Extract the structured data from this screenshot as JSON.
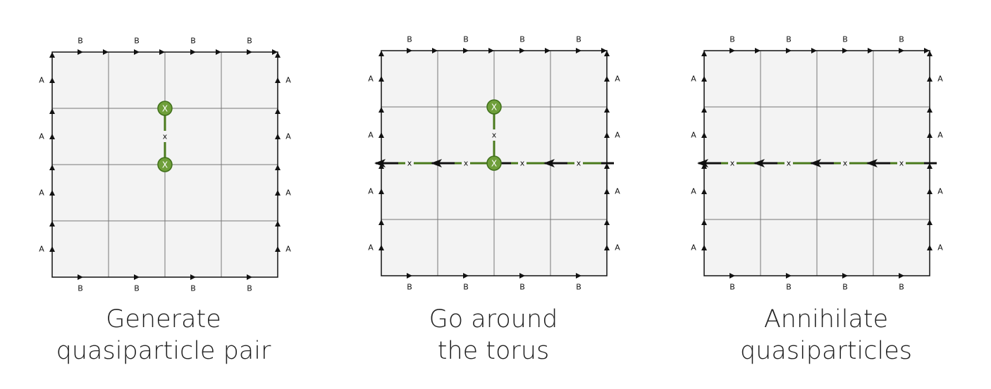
{
  "edge_labels": {
    "horizontal": "B",
    "vertical": "A"
  },
  "marker_label": "x",
  "panels": [
    {
      "id": "generate",
      "caption": [
        "Generate",
        "quasiparticle pair"
      ],
      "quasiparticles": [
        {
          "col": 2,
          "row": 1,
          "label": "X"
        },
        {
          "col": 2,
          "row": 2,
          "label": "X"
        }
      ],
      "string": {
        "type": "vertical",
        "col": 2,
        "from_row": 1,
        "to_row": 2
      }
    },
    {
      "id": "go-around",
      "caption": [
        "Go around",
        "the torus"
      ],
      "quasiparticles": [
        {
          "col": 2,
          "row": 1,
          "label": "X"
        },
        {
          "col": 2,
          "row": 2,
          "label": "X"
        }
      ],
      "string": {
        "type": "vertical+horizontal",
        "col": 2,
        "from_row": 1,
        "to_row": 2,
        "loop_row": 2
      }
    },
    {
      "id": "annihilate",
      "caption": [
        "Annihilate",
        "quasiparticles"
      ],
      "quasiparticles": [],
      "string": {
        "type": "horizontal",
        "loop_row": 2
      }
    }
  ],
  "colors": {
    "cell_fill": "#f3f3f3",
    "grid_line": "#777777",
    "boundary": "#111111",
    "string_green": "#4a7a1c",
    "particle_fill": "#6f9f3a",
    "particle_stroke": "#3f6f1a"
  }
}
